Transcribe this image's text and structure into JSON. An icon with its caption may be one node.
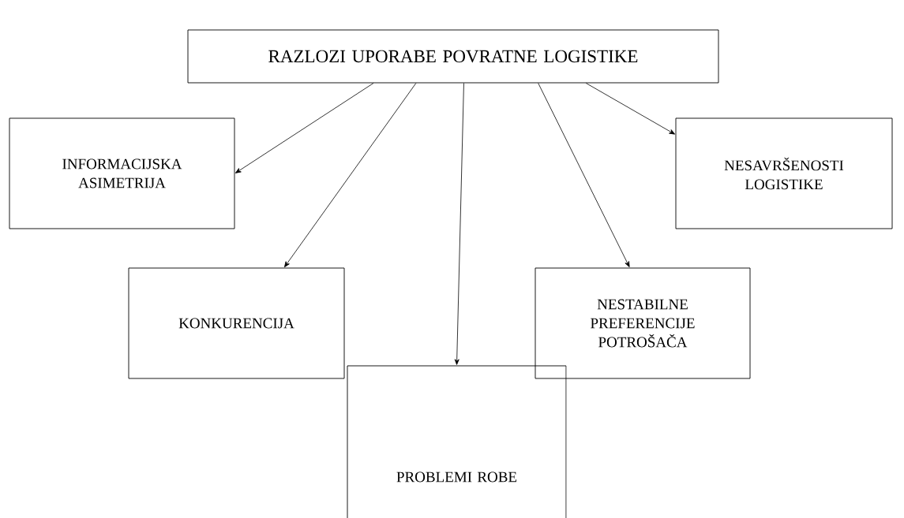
{
  "diagram": {
    "nodes": [
      {
        "text": [
          "RAZLOZI UPORABE POVRATNE LOGISTIKE"
        ]
      },
      {
        "text": [
          "INFORMACIJSKA ASIMETRIJA"
        ]
      },
      {
        "text": [
          "KONKURENCIJA"
        ]
      },
      {
        "text": [
          "PROBLEMI ROBE"
        ]
      },
      {
        "text": [
          "NESTABILNE PREFERENCIJE POTROŠAČA"
        ]
      },
      {
        "text": [
          "NESAVRŠENOSTI LOGISTIKE"
        ]
      }
    ],
    "edges": [
      {
        "from": 0,
        "to": 1,
        "arrow": "to"
      },
      {
        "from": 0,
        "to": 2,
        "arrow": "to"
      },
      {
        "from": 0,
        "to": 3,
        "arrow": "to"
      },
      {
        "from": 0,
        "to": 4,
        "arrow": "to"
      },
      {
        "from": 0,
        "to": 5,
        "arrow": "to"
      }
    ]
  }
}
